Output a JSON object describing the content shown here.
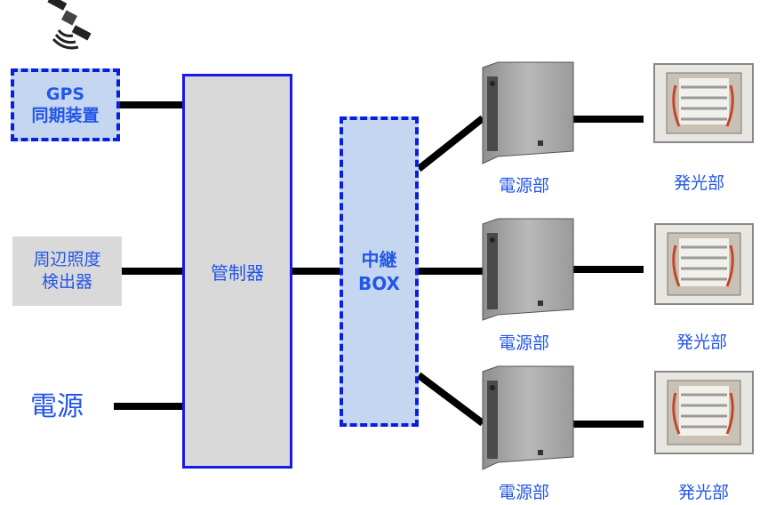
{
  "gps_device": {
    "line1": "GPS",
    "line2": "同期装置"
  },
  "lux_sensor": {
    "line1": "周辺照度",
    "line2": "検出器"
  },
  "power_source": {
    "label": "電源"
  },
  "controller": {
    "label": "管制器"
  },
  "relay_box": {
    "line1": "中継",
    "line2": "BOX"
  },
  "power_units": [
    {
      "label": "電源部"
    },
    {
      "label": "電源部"
    },
    {
      "label": "電源部"
    }
  ],
  "light_units": [
    {
      "label": "発光部"
    },
    {
      "label": "発光部"
    },
    {
      "label": "発光部"
    }
  ],
  "colors": {
    "text_blue": "#2356e8",
    "dash_blue": "#0a1ee0",
    "light_blue_fill": "#c5d7f0",
    "gray_fill": "#d9d9d9",
    "line_black": "#000000"
  }
}
